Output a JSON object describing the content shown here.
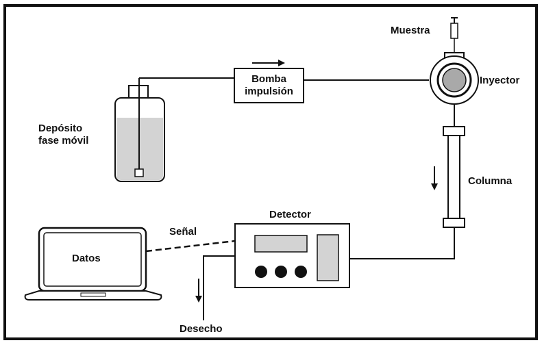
{
  "diagram": {
    "labels": {
      "sample": "Muestra",
      "injector": "Inyector",
      "pump": "Bomba\nimpulsión",
      "reservoir": "Depósito\nfase móvil",
      "column": "Columna",
      "detector": "Detector",
      "signal": "Señal",
      "data": "Datos",
      "waste": "Desecho"
    }
  }
}
